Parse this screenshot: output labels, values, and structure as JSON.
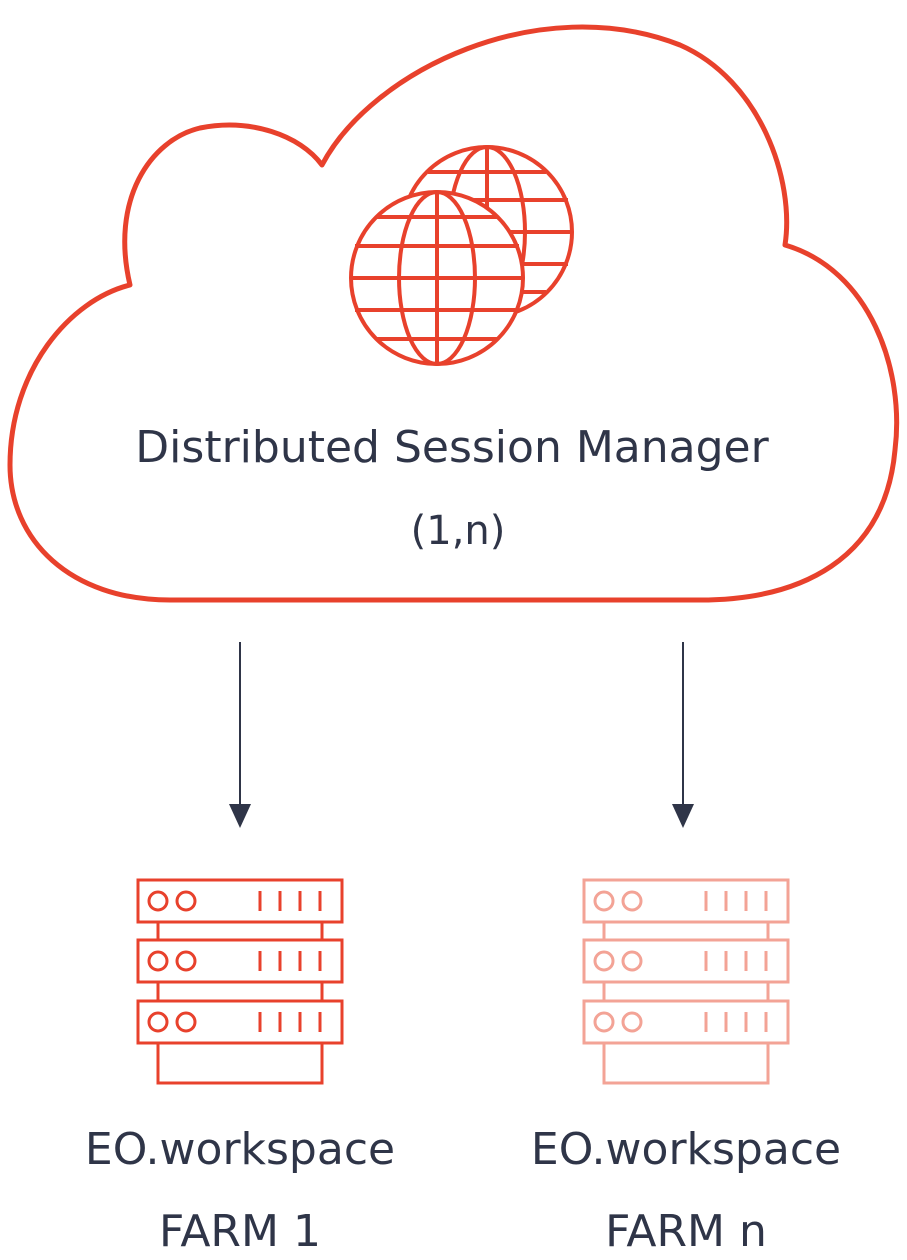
{
  "colors": {
    "accent": "#e8412c",
    "accent_faded": "#f3a396",
    "arrow": "#2f3548",
    "text": "#2f3548"
  },
  "cloud": {
    "icon": "globe-icon",
    "title": "Distributed Session Manager",
    "multiplicity": "(1,n)"
  },
  "farms": [
    {
      "icon": "server-rack-icon",
      "name": "EO.workspace",
      "id": "FARM 1"
    },
    {
      "icon": "server-rack-icon",
      "name": "EO.workspace",
      "id": "FARM n"
    }
  ]
}
